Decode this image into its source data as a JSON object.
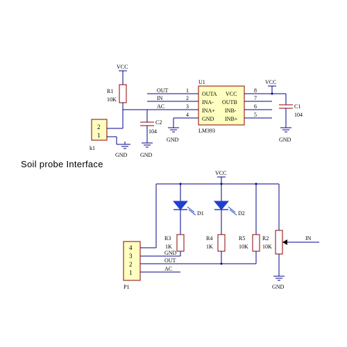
{
  "colors": {
    "wire": "#00008a",
    "component": "#8a0000",
    "ic_fill": "#ffffc0",
    "led": "#1f3fd0",
    "text": "#000000"
  },
  "top": {
    "title": "Soil probe Interface",
    "r1": {
      "ref": "R1",
      "value": "10K"
    },
    "vcc_left": "VCC",
    "vcc_right": "VCC",
    "connector": {
      "ref": "k1",
      "pins": [
        "2",
        "1"
      ]
    },
    "gnd_labels": [
      "GND",
      "GND",
      "GND",
      "GND"
    ],
    "c2": {
      "ref": "C2",
      "value": "104"
    },
    "c1": {
      "ref": "C1",
      "value": "104"
    },
    "ic": {
      "ref": "U1",
      "part": "LM393",
      "left_pins": [
        {
          "num": "1",
          "pin": "OUTA",
          "net": "OUT"
        },
        {
          "num": "2",
          "pin": "INA-",
          "net": "IN"
        },
        {
          "num": "3",
          "pin": "INA+",
          "net": "AC"
        },
        {
          "num": "4",
          "pin": "GND",
          "net": ""
        }
      ],
      "right_pins": [
        {
          "num": "8",
          "pin": "VCC"
        },
        {
          "num": "7",
          "pin": "OUTB"
        },
        {
          "num": "6",
          "pin": "INB-"
        },
        {
          "num": "5",
          "pin": "INB+"
        }
      ]
    }
  },
  "bottom": {
    "vcc": "VCC",
    "d1": "D1",
    "d2": "D2",
    "r3": {
      "ref": "R3",
      "value": "1K"
    },
    "r4": {
      "ref": "R4",
      "value": "1K"
    },
    "r5": {
      "ref": "R5",
      "value": "10K"
    },
    "r2": {
      "ref": "R2",
      "value": "10K"
    },
    "in_label": "IN",
    "gnd": "GND",
    "connector": {
      "ref": "P1",
      "pins": [
        {
          "num": "4",
          "net": ""
        },
        {
          "num": "3",
          "net": "GND"
        },
        {
          "num": "2",
          "net": "OUT"
        },
        {
          "num": "1",
          "net": "AC"
        }
      ]
    }
  }
}
